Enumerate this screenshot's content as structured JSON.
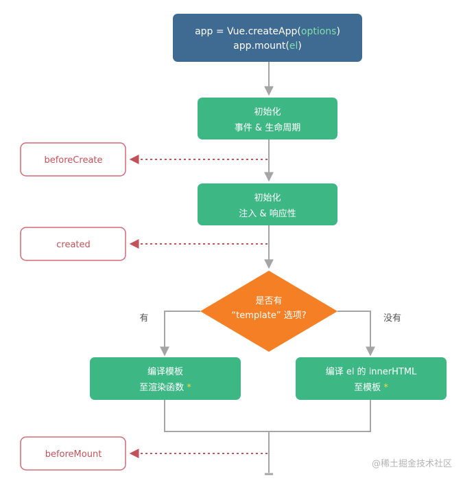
{
  "start": {
    "line1": {
      "a": "app = Vue.",
      "b": "createApp",
      "c": "(",
      "d": "options",
      "e": ")"
    },
    "line2": {
      "a": "app.",
      "b": "mount",
      "c": "(",
      "d": "el",
      "e": ")"
    }
  },
  "init_events": {
    "line1": "初始化",
    "line2": "事件 & 生命周期"
  },
  "init_injections": {
    "line1": "初始化",
    "line2": "注入 & 响应性"
  },
  "decision": {
    "line1": "是否有",
    "line2": "“template” 选项?"
  },
  "branch_yes": {
    "label": "有",
    "line1": "编译模板",
    "line2": "至渲染函数",
    "star": "*"
  },
  "branch_no": {
    "label": "没有",
    "line1": "编译 el 的 innerHTML",
    "line2": "至模板",
    "star": "*"
  },
  "hooks": {
    "before_create": "beforeCreate",
    "created": "created",
    "before_mount": "beforeMount"
  },
  "watermark": "@稀土掘金技术社区",
  "colors": {
    "start_box": "#3f6a92",
    "green_box": "#3db885",
    "decision": "#f47f25",
    "hook_border": "#d06b73",
    "hook_text": "#c2525a",
    "arrow": "#a5a5a5",
    "options_text": "#7fe0a8",
    "star": "#f2d649"
  }
}
